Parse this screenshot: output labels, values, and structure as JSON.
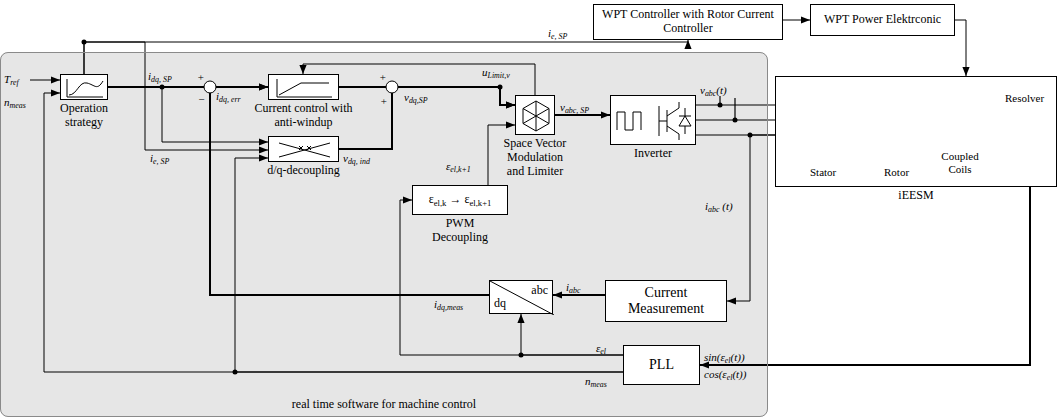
{
  "diagram": {
    "nodes": [
      {
        "text": [
          "real time software for machine control"
        ]
      },
      {
        "text": [
          "Operation strategy"
        ],
        "in": 0
      },
      {
        "text": [
          "Current control with anti-windup"
        ],
        "in": 0
      },
      {
        "text": [
          "d/q-decoupling"
        ],
        "in": 0
      },
      {
        "text": [
          "εel,k → εel,k+1",
          "PWM Decoupling"
        ],
        "in": 0
      },
      {
        "text": [
          "Space Vector Modulation and Limiter"
        ],
        "in": 0
      },
      {
        "text": [
          "abc",
          "dq"
        ],
        "in": 0
      },
      {
        "text": [
          "Current Measurement"
        ],
        "in": 0
      },
      {
        "text": [
          "PLL"
        ],
        "in": 0
      },
      {
        "text": [
          "Inverter"
        ],
        "in": 0
      },
      {
        "text": [
          "iEESM"
        ]
      },
      {
        "text": [
          "WPT Controller with Rotor Current Controller"
        ]
      },
      {
        "text": [
          "WPT Power Elektrconic"
        ]
      }
    ],
    "edges": [
      {
        "from": 1,
        "to": 2,
        "arrow": "to"
      },
      {
        "from": 1,
        "to": 3,
        "arrow": "to"
      },
      {
        "from": 1,
        "to": 3,
        "arrow": "to"
      },
      {
        "from": 1,
        "to": 11,
        "arrow": "to"
      },
      {
        "from": 2,
        "to": 5,
        "arrow": "to"
      },
      {
        "from": 3,
        "to": 5,
        "arrow": "to"
      },
      {
        "from": 5,
        "to": 2,
        "arrow": "to"
      },
      {
        "from": 4,
        "to": 5,
        "arrow": "to"
      },
      {
        "from": 5,
        "to": 9,
        "arrow": "to"
      },
      {
        "from": 9,
        "to": 10,
        "arrow": "none"
      },
      {
        "from": 10,
        "to": 7,
        "arrow": "to"
      },
      {
        "from": 7,
        "to": 6,
        "arrow": "to"
      },
      {
        "from": 6,
        "to": 2,
        "arrow": "to"
      },
      {
        "from": 10,
        "to": 8,
        "arrow": "to"
      },
      {
        "from": 8,
        "to": 6,
        "arrow": "to"
      },
      {
        "from": 8,
        "to": 4,
        "arrow": "to"
      },
      {
        "from": 8,
        "to": 3,
        "arrow": "to"
      },
      {
        "from": 8,
        "to": 1,
        "arrow": "to"
      },
      {
        "from": 11,
        "to": 12,
        "arrow": "to"
      },
      {
        "from": 12,
        "to": 10,
        "arrow": "to"
      }
    ],
    "labels": [
      "Tref",
      "nmeas",
      "ie, SP",
      "idq, SP",
      "+",
      "−",
      "idq, err",
      "ie, SP",
      "uLimit,v",
      "+",
      "+",
      "vdq,SP",
      "vdq, ind",
      "εel,k+1",
      "vabc, SP",
      "vabc(t)",
      "iabc (t)",
      "iabc",
      "idq,meas",
      "εel",
      "nmeas",
      "sin(εel(t))",
      "cos(εel(t))",
      "Stator",
      "Rotor",
      "Coupled Coils",
      "Resolver"
    ]
  }
}
